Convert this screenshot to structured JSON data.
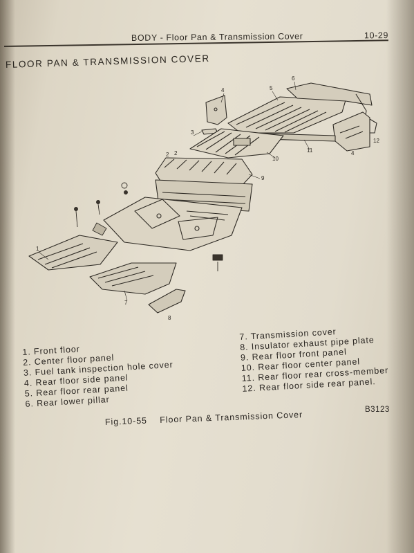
{
  "header": {
    "running_title": "BODY - Floor Pan & Transmission Cover",
    "page_number": "10-29"
  },
  "section_title": "FLOOR PAN & TRANSMISSION COVER",
  "figure": {
    "callouts": [
      "1",
      "2",
      "2",
      "3",
      "4",
      "4",
      "5",
      "6",
      "7",
      "8",
      "9",
      "10",
      "11",
      "12"
    ],
    "legend_left": [
      "1.  Front floor",
      "2.  Center floor panel",
      "3.  Fuel tank inspection hole cover",
      "4.  Rear floor side panel",
      "5.  Rear floor rear panel",
      "6.  Rear lower pillar"
    ],
    "legend_right": [
      "7.  Transmission cover",
      "8.  Insulator exhaust pipe plate",
      "9.  Rear floor front panel",
      "10.  Rear floor center panel",
      "11.  Rear floor rear cross-member",
      "12.  Rear floor side rear panel."
    ],
    "caption_number": "Fig.10-55",
    "caption_title": "Floor Pan & Transmission Cover",
    "reference_code": "B3123"
  },
  "colors": {
    "paper": "#e2dccd",
    "ink": "#2a2622"
  }
}
